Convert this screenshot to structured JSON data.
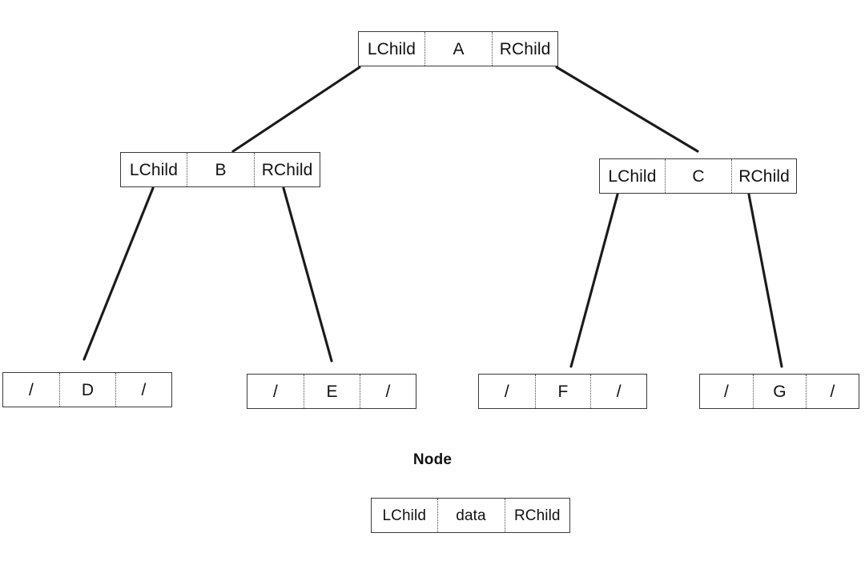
{
  "diagram": {
    "type": "binary-tree-linked-representation",
    "pointer_left_label": "LChild",
    "pointer_right_label": "RChild",
    "null_pointer_symbol": "/",
    "line_color": "#1a1a1a",
    "box_border_color": "#3a3a3a",
    "background": "#ffffff"
  },
  "nodes": {
    "root": {
      "name": "A",
      "lchild": "LChild",
      "data": "A",
      "rchild": "RChild"
    },
    "b": {
      "name": "B",
      "lchild": "LChild",
      "data": "B",
      "rchild": "RChild"
    },
    "c": {
      "name": "C",
      "lchild": "LChild",
      "data": "C",
      "rchild": "RChild"
    },
    "d": {
      "name": "D",
      "lchild": "/",
      "data": "D",
      "rchild": "/"
    },
    "e": {
      "name": "E",
      "lchild": "/",
      "data": "E",
      "rchild": "/"
    },
    "f": {
      "name": "F",
      "lchild": "/",
      "data": "F",
      "rchild": "/"
    },
    "g": {
      "name": "G",
      "lchild": "/",
      "data": "G",
      "rchild": "/"
    }
  },
  "legend": {
    "title": "Node",
    "lchild": "LChild",
    "data": "data",
    "rchild": "RChild"
  }
}
